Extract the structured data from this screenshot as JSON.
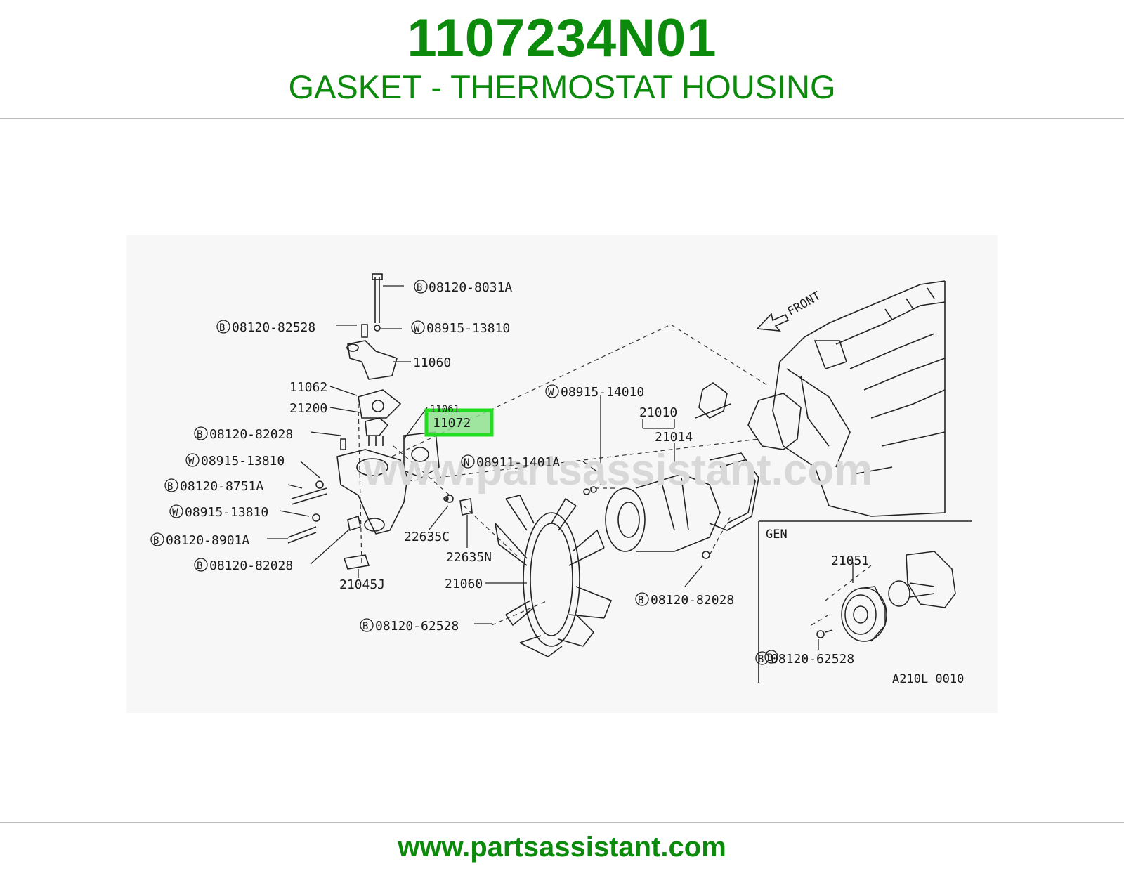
{
  "header": {
    "part_number": "1107234N01",
    "part_name": "GASKET - THERMOSTAT HOUSING"
  },
  "footer": {
    "url": "www.partsassistant.com"
  },
  "diagram": {
    "watermark": "www.partsassistant.com",
    "front_label": "FRONT",
    "highlighted_part": "11072",
    "labels": {
      "l1": "08120-8031A",
      "l2": "08120-82528",
      "l3": "08915-13810",
      "l4": "11060",
      "l5": "11062",
      "l6": "21200",
      "l7": "11061",
      "l8": "08120-82028",
      "l9": "08915-13810",
      "l10": "08120-8751A",
      "l11": "08915-13810",
      "l12": "08120-8901A",
      "l13": "08120-82028",
      "l14": "21045J",
      "l15": "22635C",
      "l16": "22635N",
      "l17": "08915-14010",
      "l18": "08911-1401A",
      "l19": "21010",
      "l20": "21014",
      "l21": "21060",
      "l22": "08120-62528",
      "l23": "08120-82028",
      "l24": "21051",
      "l25": "08120-62528"
    },
    "prefixes": {
      "bolt": "B",
      "washer": "W",
      "nut": "N"
    },
    "inset_title": "GEN",
    "diagram_code": "A210L 0010"
  },
  "colors": {
    "brand_green": "#0c8a0c",
    "highlight": "#22dd22"
  }
}
